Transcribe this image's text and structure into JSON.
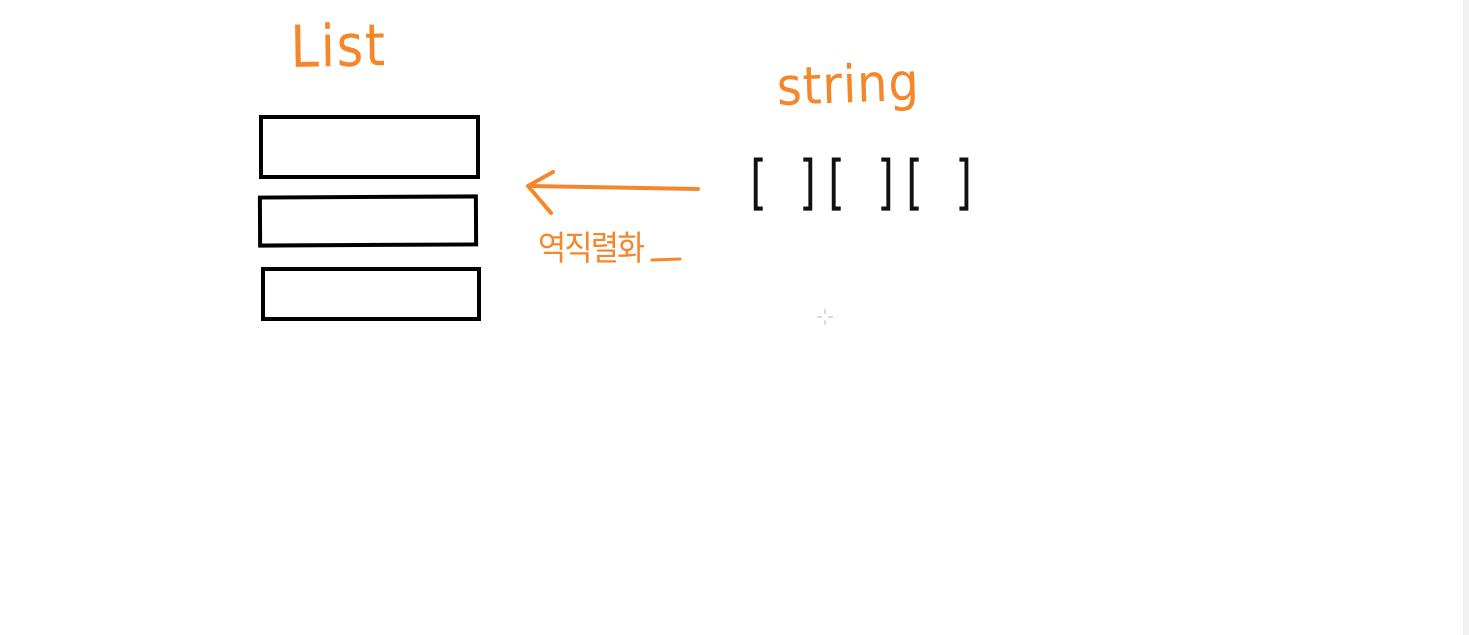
{
  "labels": {
    "list": "List",
    "string": "string",
    "deserialize": "역직렬화"
  },
  "string_brackets": "[ ][ ][ ]",
  "colors": {
    "ink_orange": "#f5862a",
    "ink_black": "#000000",
    "background": "#ffffff"
  }
}
